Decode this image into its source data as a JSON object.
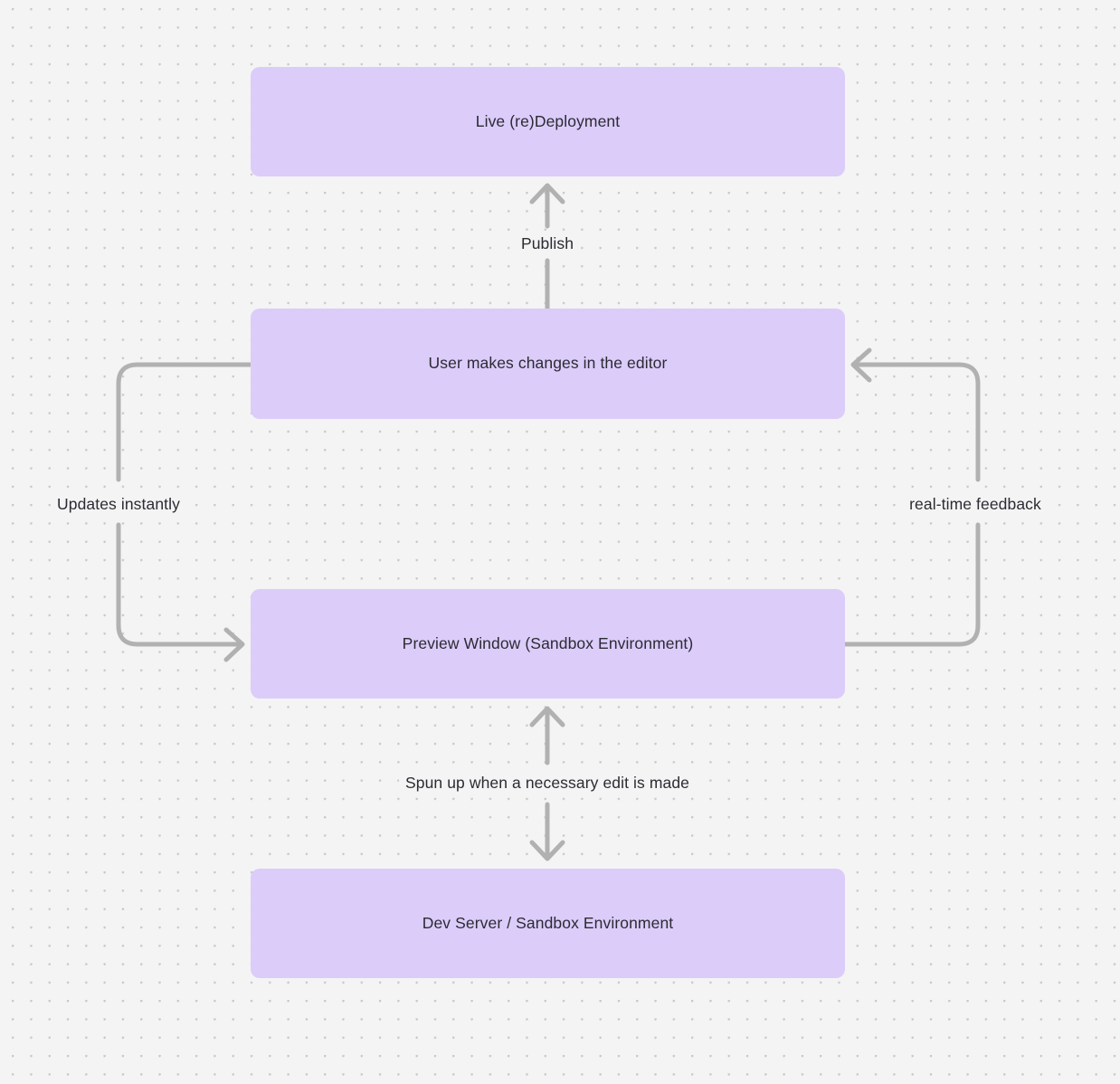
{
  "diagram": {
    "type": "flowchart",
    "background_color": "#f4f4f4",
    "node_fill": "#dcccfa",
    "edge_color": "#b1b1b1",
    "text_color": "#2b2b33",
    "nodes": [
      {
        "id": "live-deployment",
        "label": "Live (re)Deployment"
      },
      {
        "id": "user-edits",
        "label": "User makes changes in the editor"
      },
      {
        "id": "preview-window",
        "label": "Preview Window (Sandbox Environment)"
      },
      {
        "id": "dev-server",
        "label": "Dev Server / Sandbox Environment"
      }
    ],
    "edges": [
      {
        "id": "publish",
        "label": "Publish",
        "from": "user-edits",
        "to": "live-deployment"
      },
      {
        "id": "updates-instantly",
        "label": "Updates instantly",
        "from": "user-edits",
        "to": "preview-window"
      },
      {
        "id": "real-time-feedback",
        "label": "real-time feedback",
        "from": "preview-window",
        "to": "user-edits"
      },
      {
        "id": "spun-up",
        "label": "Spun up when a necessary edit is made",
        "from": "dev-server",
        "to": "preview-window"
      }
    ]
  }
}
